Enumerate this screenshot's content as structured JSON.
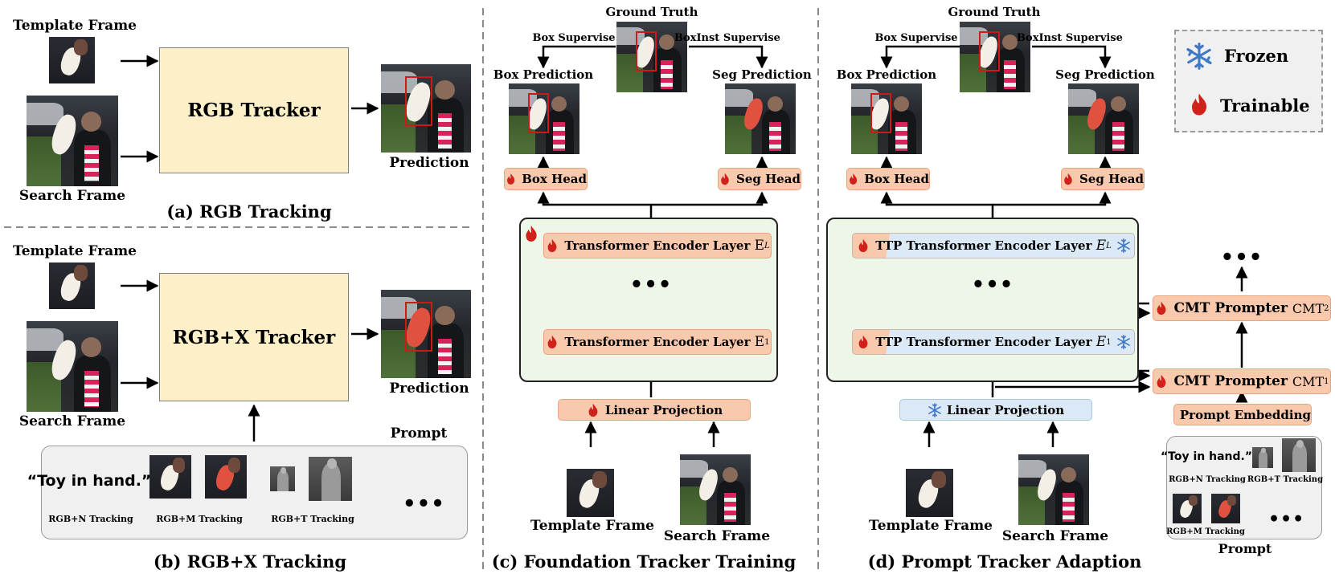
{
  "panels": {
    "a": {
      "caption": "(a) RGB Tracking",
      "template_label": "Template Frame",
      "search_label": "Search Frame",
      "tracker_label": "RGB Tracker",
      "output_label": "Prediction"
    },
    "b": {
      "caption": "(b) RGB+X Tracking",
      "template_label": "Template Frame",
      "search_label": "Search Frame",
      "tracker_label": "RGB+X Tracker",
      "output_label": "Prediction",
      "prompt_label": "Prompt",
      "prompt_text": "“Toy in hand.”",
      "prompt_items": [
        "RGB+N Tracking",
        "RGB+M Tracking",
        "RGB+T Tracking"
      ],
      "ellipsis": "•••"
    },
    "c": {
      "caption": "(c) Foundation Tracker Training",
      "ground_truth": "Ground Truth",
      "box_supervise": "Box Supervise",
      "boxinst_supervise": "BoxInst Supervise",
      "box_prediction": "Box Prediction",
      "seg_prediction": "Seg Prediction",
      "box_head": "Box Head",
      "seg_head": "Seg Head",
      "encoder_top": "Transformer Encoder Layer",
      "encoder_top_sym": "E",
      "encoder_top_sup": "L",
      "encoder_bottom": "Transformer Encoder Layer",
      "encoder_bottom_sym": "E",
      "encoder_bottom_sup": "1",
      "ellipsis": "•••",
      "linear_projection": "Linear Projection",
      "template_label": "Template Frame",
      "search_label": "Search Frame"
    },
    "d": {
      "caption": "(d) Prompt Tracker Adaption",
      "ground_truth": "Ground Truth",
      "box_supervise": "Box Supervise",
      "boxinst_supervise": "BoxInst Supervise",
      "box_prediction": "Box Prediction",
      "seg_prediction": "Seg Prediction",
      "box_head": "Box Head",
      "seg_head": "Seg Head",
      "encoder_top": "TTP Transformer Encoder Layer",
      "encoder_top_sym": "E",
      "encoder_top_sup": "L",
      "encoder_bottom": "TTP Transformer Encoder Layer",
      "encoder_bottom_sym": "E",
      "encoder_bottom_sup": "1",
      "ellipsis": "•••",
      "linear_projection": "Linear Projection",
      "template_label": "Template Frame",
      "search_label": "Search Frame",
      "cmt_top": "CMT Prompter",
      "cmt_top_sym": "CMT",
      "cmt_top_sup": "2",
      "cmt_bottom": "CMT Prompter",
      "cmt_bottom_sym": "CMT",
      "cmt_bottom_sup": "1",
      "prompt_embedding": "Prompt Embedding",
      "prompt_text": "“Toy in hand.”",
      "prompt_items": [
        "RGB+N Tracking",
        "RGB+T Tracking",
        "RGB+M Tracking"
      ],
      "prompt_label": "Prompt"
    }
  },
  "legend": {
    "frozen": "Frozen",
    "trainable": "Trainable"
  },
  "icons": {
    "frozen": "snowflake-icon",
    "trainable": "flame-icon"
  },
  "colors": {
    "tracker_fill": "#fdf0c8",
    "head_fill": "#f9c9ad",
    "frozen_fill": "#dbe9f7",
    "encoder_fill": "#eef6e8",
    "flame": "#d0211a",
    "snowflake": "#3f78c4",
    "bbox": "#d01818"
  }
}
